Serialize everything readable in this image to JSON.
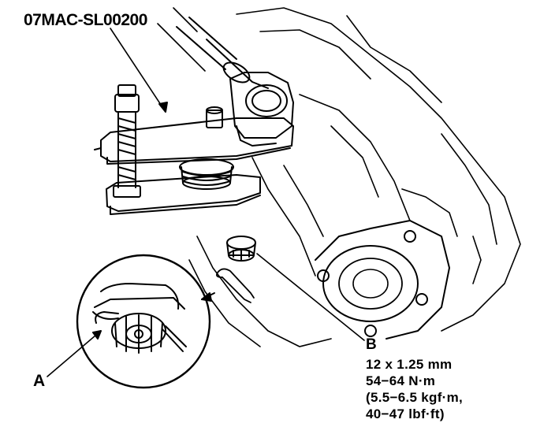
{
  "diagram": {
    "tool_label": "07MAC-SL00200",
    "callout_a": "A",
    "callout_b": "B",
    "spec_lines": [
      "12 x 1.25 mm",
      "54−64 N·m",
      "(5.5−6.5 kgf·m,",
      "40−47 lbf·ft)"
    ]
  },
  "colors": {
    "ink": "#000000",
    "paper": "#ffffff"
  }
}
